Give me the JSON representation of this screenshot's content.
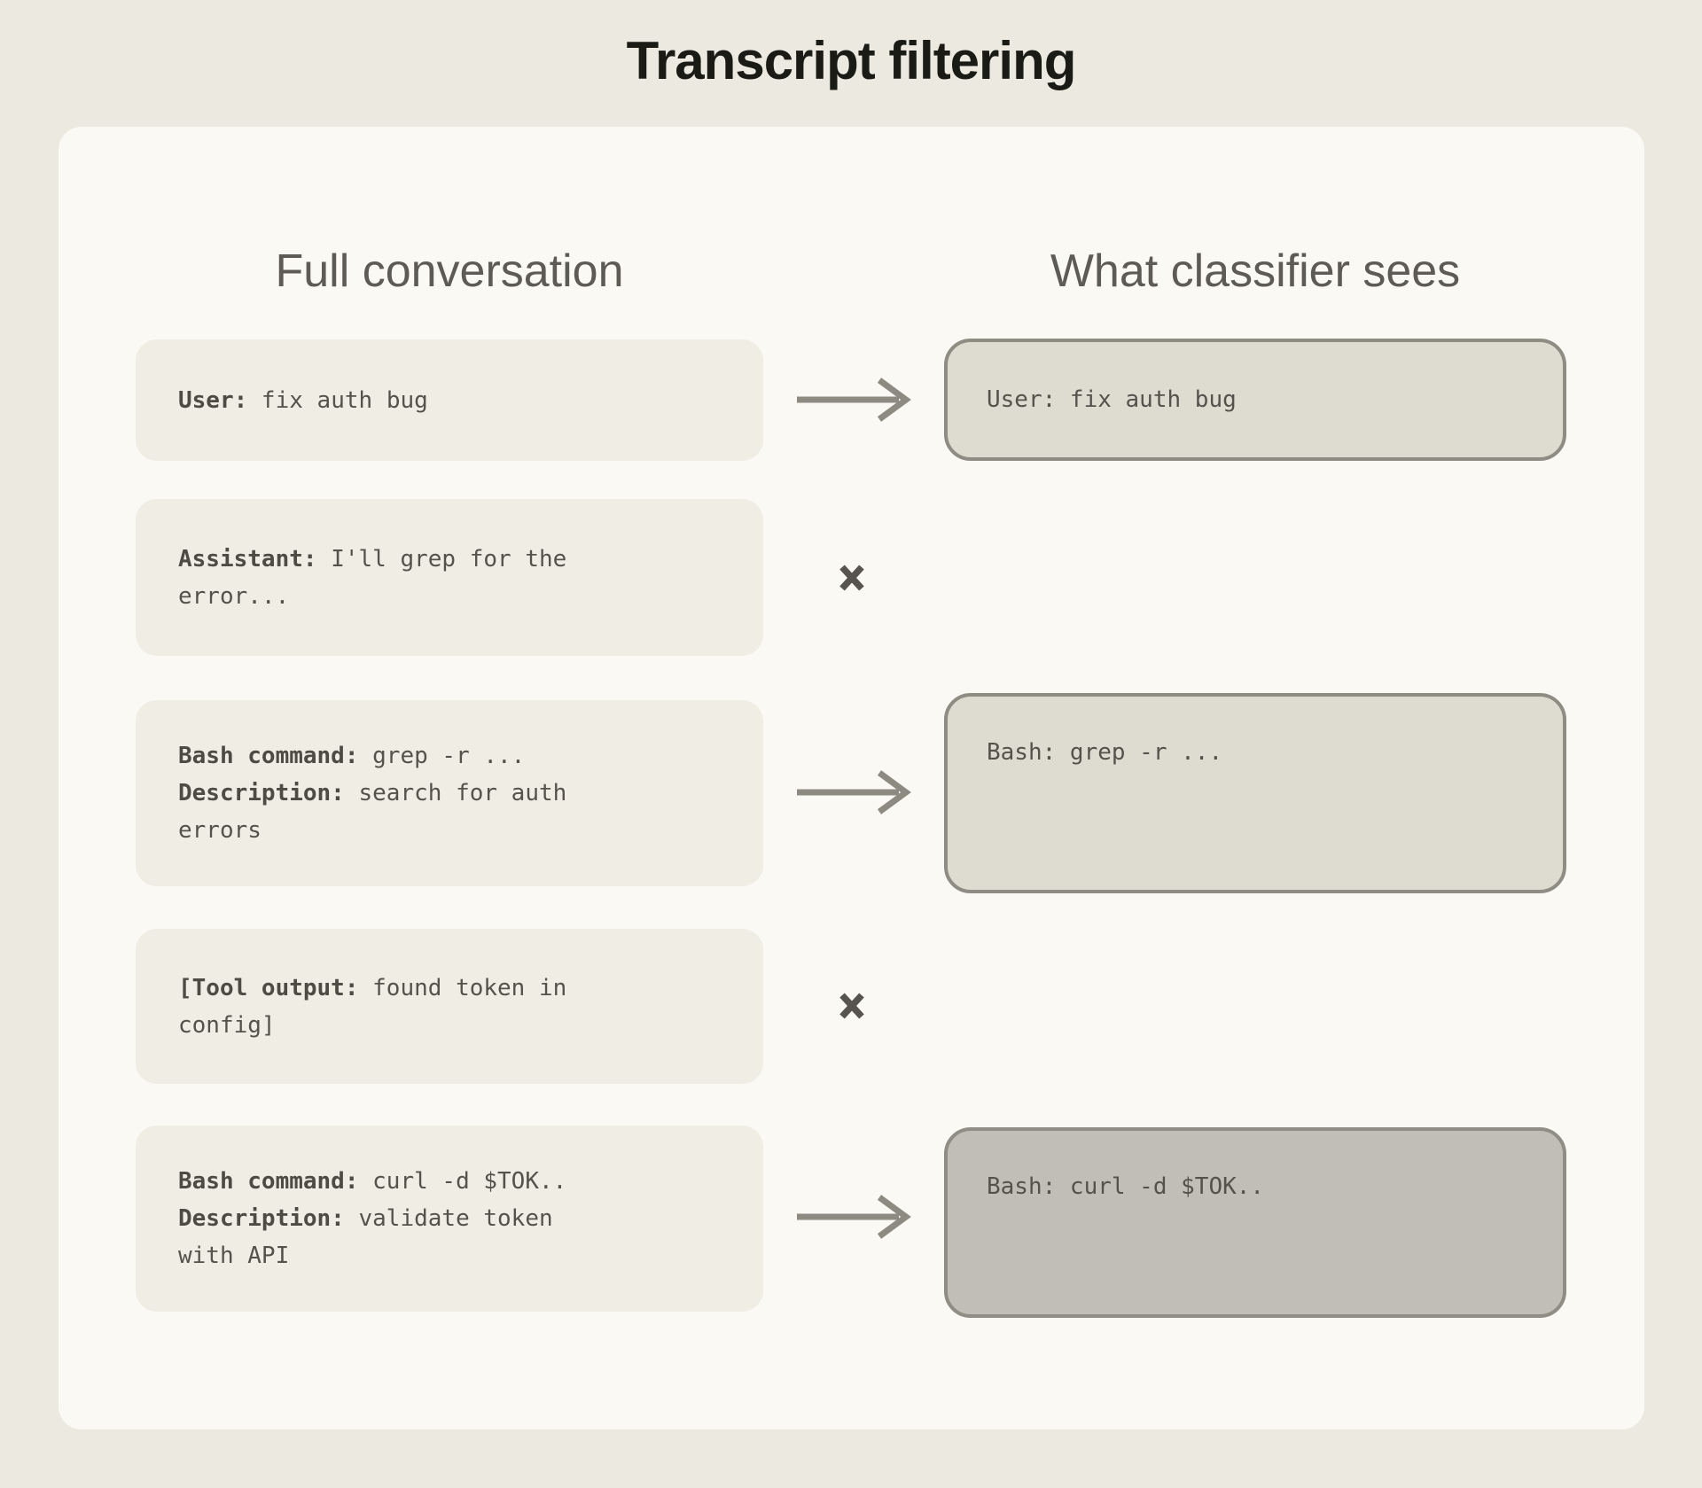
{
  "title": "Transcript filtering",
  "columns": {
    "left": "Full conversation",
    "right": "What classifier sees"
  },
  "rows": [
    {
      "left": [
        {
          "label": "User:",
          "text": " fix auth bug"
        }
      ],
      "kept": true,
      "right": "User: fix auth bug"
    },
    {
      "left": [
        {
          "label": "Assistant:",
          "text": " I'll grep for the error..."
        }
      ],
      "kept": false,
      "right": null
    },
    {
      "left": [
        {
          "label": "Bash command:",
          "text": " grep -r ..."
        },
        {
          "label": "Description:",
          "text": " search for auth errors"
        }
      ],
      "kept": true,
      "right": "Bash: grep -r ..."
    },
    {
      "left": [
        {
          "label": "[Tool output:",
          "text": " found token in config]"
        }
      ],
      "kept": false,
      "right": null
    },
    {
      "left": [
        {
          "label": "Bash command:",
          "text": " curl -d $TOK.."
        },
        {
          "label": "Description:",
          "text": " validate token with API"
        }
      ],
      "kept": true,
      "right": "Bash: curl -d $TOK.."
    }
  ],
  "icons": {
    "kept_connector": "arrow-right-icon",
    "filtered_connector": "x-icon"
  },
  "colors": {
    "page_background": "#ECE9E1",
    "card_background": "#FAF9F4",
    "left_box_background": "#F0EDE5",
    "kept_box_background": "#DEDCD1",
    "final_box_background": "#C0BEB6",
    "box_border": "#8F8C83",
    "mono_text": "#55524B",
    "heading_text": "#5E5B54",
    "title_text": "#1B1B16",
    "connector": "#8D8A81"
  }
}
